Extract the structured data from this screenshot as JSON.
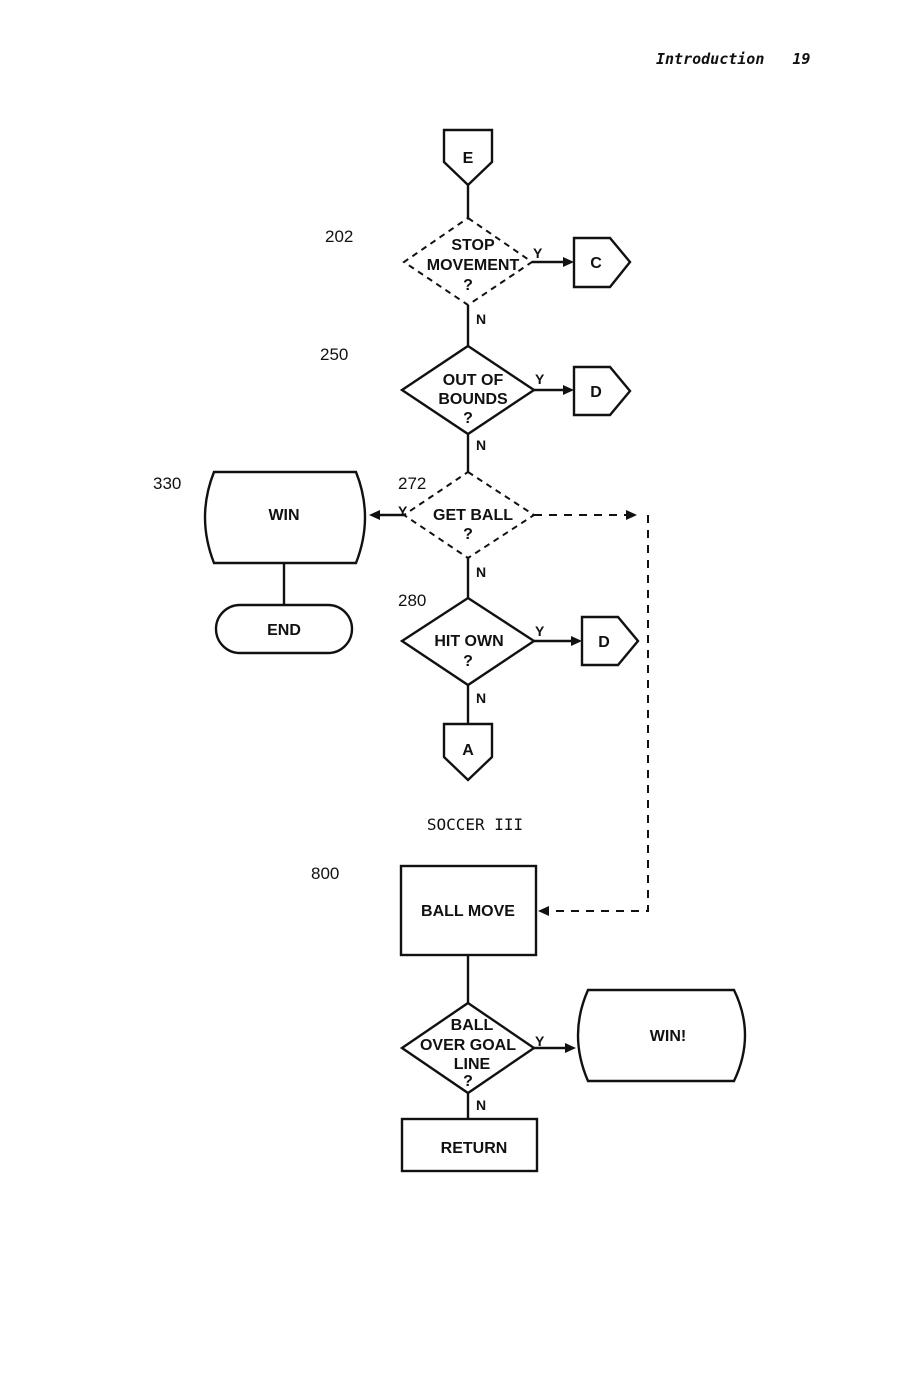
{
  "header": {
    "title": "Introduction",
    "page_number": "19"
  },
  "caption": "SOCCER III",
  "connectors": {
    "e": "E",
    "c": "C",
    "d1": "D",
    "d2": "D",
    "a": "A"
  },
  "decisions": {
    "d202": {
      "number": "202",
      "lines": [
        "STOP",
        "MOVEMENT",
        "?"
      ]
    },
    "d250": {
      "number": "250",
      "lines": [
        "OUT OF",
        "BOUNDS",
        "?"
      ]
    },
    "d272": {
      "number": "272",
      "lines": [
        "GET BALL",
        "?"
      ]
    },
    "d280": {
      "number": "280",
      "lines": [
        "HIT OWN",
        "?"
      ]
    },
    "dgoal": {
      "lines": [
        "BALL",
        "OVER GOAL",
        "LINE",
        "?"
      ]
    }
  },
  "processes": {
    "win": {
      "number": "330",
      "label": "WIN"
    },
    "end": {
      "label": "END"
    },
    "ballmove": {
      "number": "800",
      "label": "BALL MOVE"
    },
    "winx": {
      "label": "WIN!"
    },
    "return": {
      "label": "RETURN"
    }
  },
  "branch_labels": {
    "yes": "Y",
    "no": "N"
  }
}
